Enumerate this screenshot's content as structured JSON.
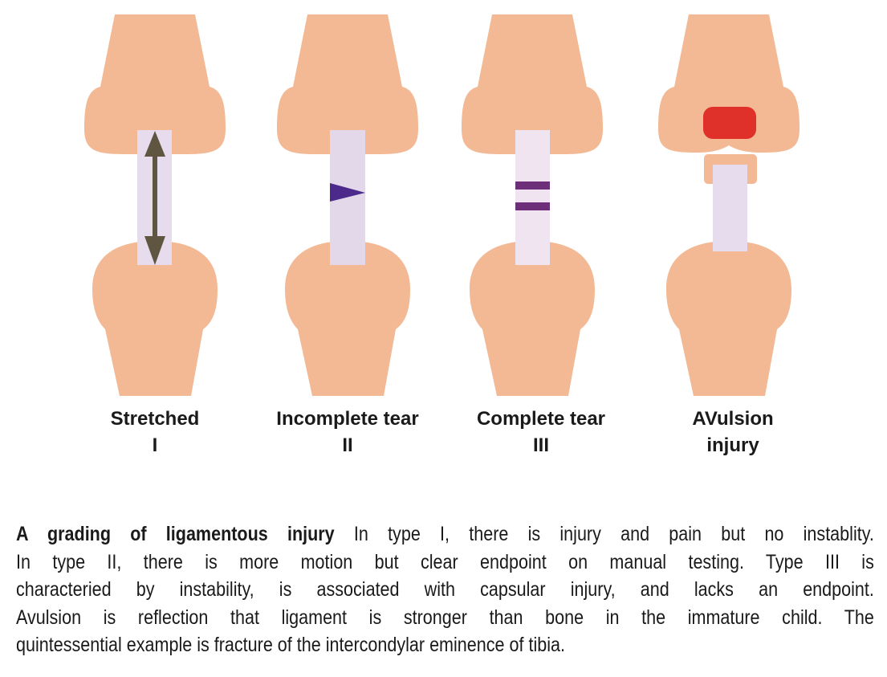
{
  "colors": {
    "bone": "#f2b994",
    "ligament": "#e7dbee",
    "ligament_light": "#f1e4f1",
    "arrow": "#5f5540",
    "tear_marker": "#4b2a8c",
    "tear_bars": "#6e2f7a",
    "avulsion": "#e0302a"
  },
  "panels": [
    {
      "title": "Stretched",
      "grade": "I"
    },
    {
      "title": "Incomplete tear",
      "grade": "II"
    },
    {
      "title": "Complete tear",
      "grade": "III"
    },
    {
      "title": "AVulsion",
      "grade": "injury"
    }
  ],
  "caption": {
    "bold": "A grading of ligamentous injury",
    "lines": [
      " In type I, there is injury and pain but no instablity.",
      "In type II, there is more motion but clear endpoint on manual testing. Type III is",
      "characteried by instability, is associated with capsular injury, and lacks an endpoint.",
      "Avulsion is reflection that ligament is stronger than bone in the immature child.  The",
      "quintessential example is fracture of the intercondylar eminence of tibia."
    ]
  }
}
